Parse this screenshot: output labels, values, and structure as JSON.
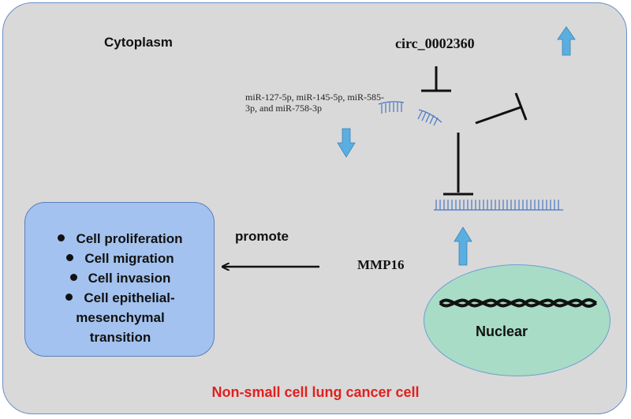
{
  "compartment_label": "Cytoplasm",
  "circrna_label": "circ_0002360",
  "mirna_label": "miR-127-5p, miR-145-5p, miR-585-3p, and miR-758-3p",
  "target_label": "MMP16",
  "arrow_label": "promote",
  "outcomes": [
    "Cell proliferation",
    "Cell migration",
    "Cell invasion",
    "Cell epithelial-mesenchymal transition"
  ],
  "nucleus_label": "Nuclear",
  "footer_label": "Non-small cell lung cancer cell",
  "colors": {
    "cell_fill": "#d9d9d9",
    "outcomes_fill": "#a3c2ef",
    "nucleus_fill": "#a8dcc6",
    "updown_arrow": "#5aaee0",
    "rna_strand": "#4a76c7",
    "footer_text": "#e0201f"
  },
  "icons": [
    "up-arrow-icon",
    "down-arrow-icon",
    "inhibition-icon",
    "activation-arrow-icon",
    "dna-helix-icon"
  ]
}
